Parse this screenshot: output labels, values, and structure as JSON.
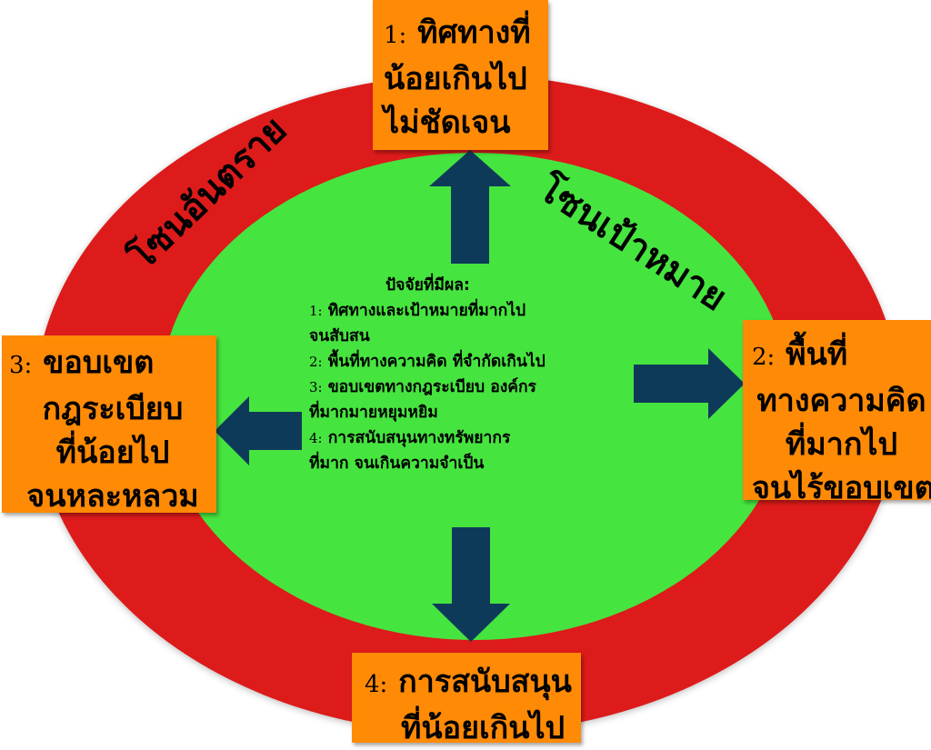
{
  "colors": {
    "danger_zone": "#dd1b1b",
    "target_zone": "#46e43f",
    "box_fill": "#ff8a06",
    "arrow": "#0e3a5a"
  },
  "zones": {
    "danger": "โซนอันตราย",
    "target": "โซนเป้าหมาย"
  },
  "boxes": {
    "top": {
      "number": "1:",
      "lines": [
        "ทิศทางที่",
        "น้อยเกินไป",
        "ไม่ชัดเจน"
      ]
    },
    "right": {
      "number": "2:",
      "lines": [
        "พื้นที่",
        "ทางความคิด",
        "ที่มากไป",
        "จนไร้ขอบเขต"
      ]
    },
    "left": {
      "number": "3:",
      "lines": [
        "ขอบเขต",
        "กฎระเบียบ",
        "ที่น้อยไป",
        "จนหละหลวม"
      ]
    },
    "bottom": {
      "number": "4:",
      "lines": [
        "การสนับสนุน",
        "ที่น้อยเกินไป"
      ]
    }
  },
  "factors": {
    "title": "ปัจจัยที่มีผล:",
    "items": [
      {
        "number": "1:",
        "text": "ทิศทางและเป้าหมายที่มากไป",
        "cont": "จนสับสน"
      },
      {
        "number": "2:",
        "text": "พื้นที่ทางความคิด ที่จำกัดเกินไป",
        "cont": ""
      },
      {
        "number": "3:",
        "text": "ขอบเขตทางกฎระเบียบ องค์กร",
        "cont": "ที่มากมายหยุมหยิม"
      },
      {
        "number": "4:",
        "text": "การสนับสนุนทางทรัพยากร",
        "cont": "ที่มาก จนเกินความจำเป็น"
      }
    ]
  }
}
